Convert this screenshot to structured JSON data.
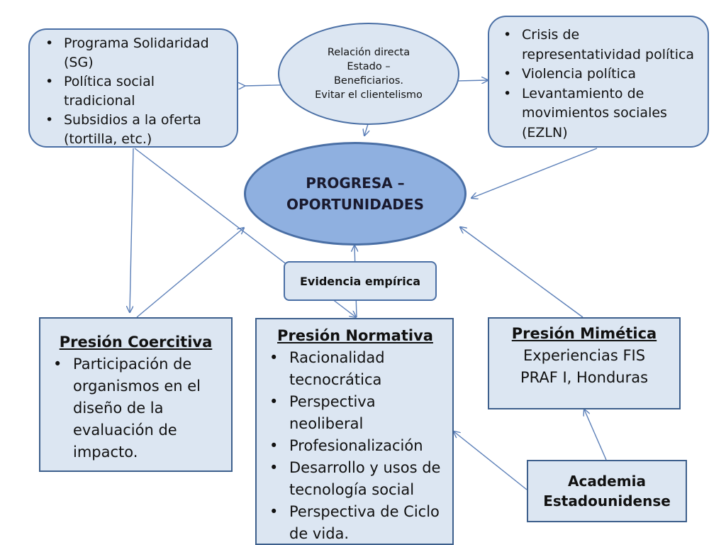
{
  "top_left": {
    "items": [
      "Programa Solidaridad (SG)",
      "Política social tradicional",
      "Subsidios a la oferta (tortilla, etc.)"
    ]
  },
  "top_center": {
    "line1": "Relación directa",
    "line2": "Estado –",
    "line3": "Beneficiarios.",
    "line4": "Evitar el clientelismo"
  },
  "top_right": {
    "items": [
      "Crisis de representatividad política",
      "Violencia política",
      "Levantamiento de movimientos sociales (EZLN)"
    ]
  },
  "center": {
    "line1": "PROGRESA –",
    "line2": "OPORTUNIDADES"
  },
  "evidence": {
    "label": "Evidencia empírica"
  },
  "coercive": {
    "title": "Presión Coercitiva",
    "items": [
      "Participación de organismos en el diseño de la evaluación de impacto."
    ]
  },
  "normative": {
    "title": "Presión Normativa",
    "items": [
      "Racionalidad tecnocrática",
      "Perspectiva neoliberal",
      "Profesionalización",
      "Desarrollo y usos de tecnología social",
      "Perspectiva de Ciclo de vida."
    ]
  },
  "mimetic": {
    "title": "Presión Mimética",
    "line1": "Experiencias FIS",
    "line2": "PRAF I, Honduras"
  },
  "academia": {
    "line1": "Academia",
    "line2": "Estadounidense"
  },
  "colors": {
    "box_fill": "#dce6f2",
    "box_border": "#4a6fa5",
    "center_fill": "#8fb0e0",
    "arrow": "#5b7fb8"
  }
}
